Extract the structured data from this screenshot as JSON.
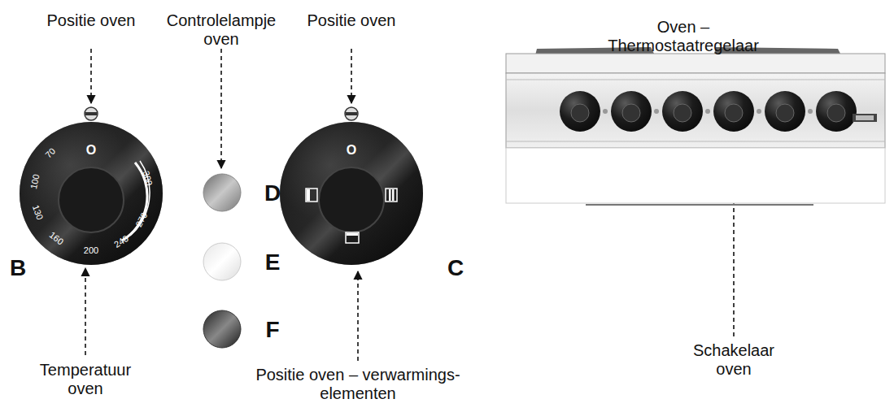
{
  "diagram": {
    "nodes": [
      {
        "text": [
          "O",
          "70",
          "100",
          "130",
          "160",
          "200",
          "240",
          "270",
          "300"
        ]
      },
      {
        "text": [
          "O"
        ]
      }
    ],
    "labels": [
      "Positie oven",
      "Controlelampje oven",
      "Positie oven",
      "Oven – Thermostaatregelaar",
      "D",
      "E",
      "F",
      "B",
      "C",
      "Temperatuur oven",
      "Positie oven – verwarmings-elementen",
      "Schakelaar oven"
    ]
  }
}
